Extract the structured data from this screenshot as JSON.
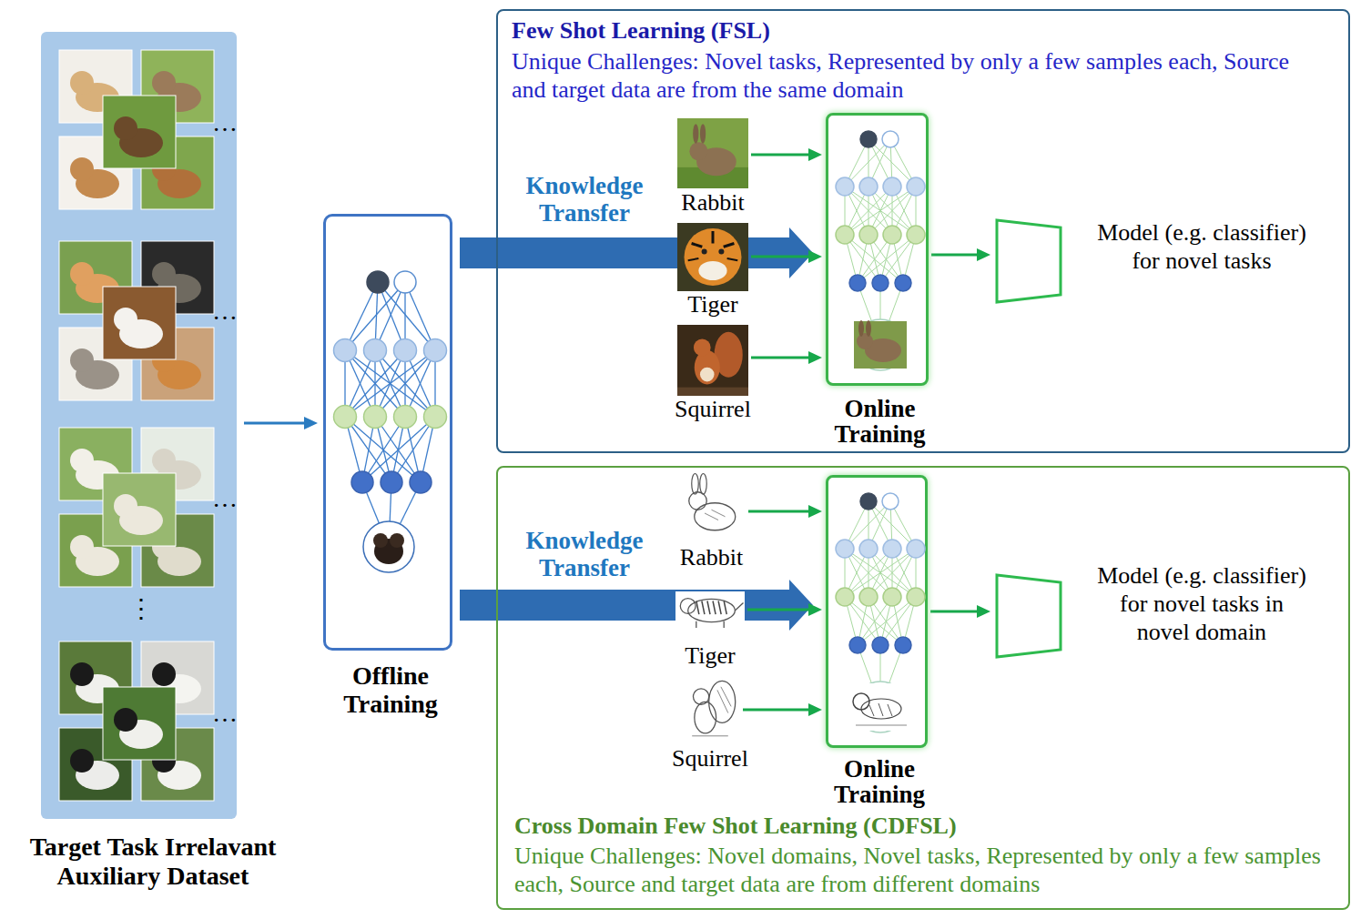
{
  "diagram": {
    "nodes": [
      {
        "text": [
          "Target Task Irrelavant Auxiliary Dataset"
        ]
      },
      {
        "text": [
          "Offline Training"
        ]
      },
      {
        "text": [
          "Few Shot Learning (FSL)",
          "Unique Challenges: Novel tasks, Represented by only a few samples each, Source and target data are from the same domain"
        ]
      },
      {
        "text": [
          "Rabbit"
        ],
        "in": 2
      },
      {
        "text": [
          "Tiger"
        ],
        "in": 2
      },
      {
        "text": [
          "Squirrel"
        ],
        "in": 2
      },
      {
        "text": [
          "Online Training"
        ],
        "in": 2
      },
      {
        "text": [
          "Model (e.g. classifier) for novel tasks"
        ],
        "in": 2
      },
      {
        "text": [
          "Cross Domain Few Shot Learning (CDFSL)",
          "Unique Challenges: Novel domains, Novel tasks, Represented by only a few samples each, Source and target data are from different domains"
        ]
      },
      {
        "text": [
          "Rabbit"
        ],
        "in": 8
      },
      {
        "text": [
          "Tiger"
        ],
        "in": 8
      },
      {
        "text": [
          "Squirrel"
        ],
        "in": 8
      },
      {
        "text": [
          "Online Training"
        ],
        "in": 8
      },
      {
        "text": [
          "Model (e.g. classifier) for novel tasks in novel domain"
        ],
        "in": 8
      }
    ],
    "edges": [
      {
        "from": 0,
        "to": 1,
        "arrow": "to"
      },
      {
        "from": 1,
        "to": 6,
        "arrow": "to",
        "label": "Knowledge Transfer"
      },
      {
        "from": 3,
        "to": 6,
        "arrow": "to"
      },
      {
        "from": 4,
        "to": 6,
        "arrow": "to"
      },
      {
        "from": 5,
        "to": 6,
        "arrow": "to"
      },
      {
        "from": 6,
        "to": 7,
        "arrow": "to"
      },
      {
        "from": 1,
        "to": 12,
        "arrow": "to",
        "label": "Knowledge Transfer"
      },
      {
        "from": 9,
        "to": 12,
        "arrow": "to"
      },
      {
        "from": 10,
        "to": 12,
        "arrow": "to"
      },
      {
        "from": 11,
        "to": 12,
        "arrow": "to"
      },
      {
        "from": 12,
        "to": 13,
        "arrow": "to"
      }
    ],
    "labels": [
      "…",
      "…",
      "…",
      "…",
      "⋮"
    ]
  }
}
